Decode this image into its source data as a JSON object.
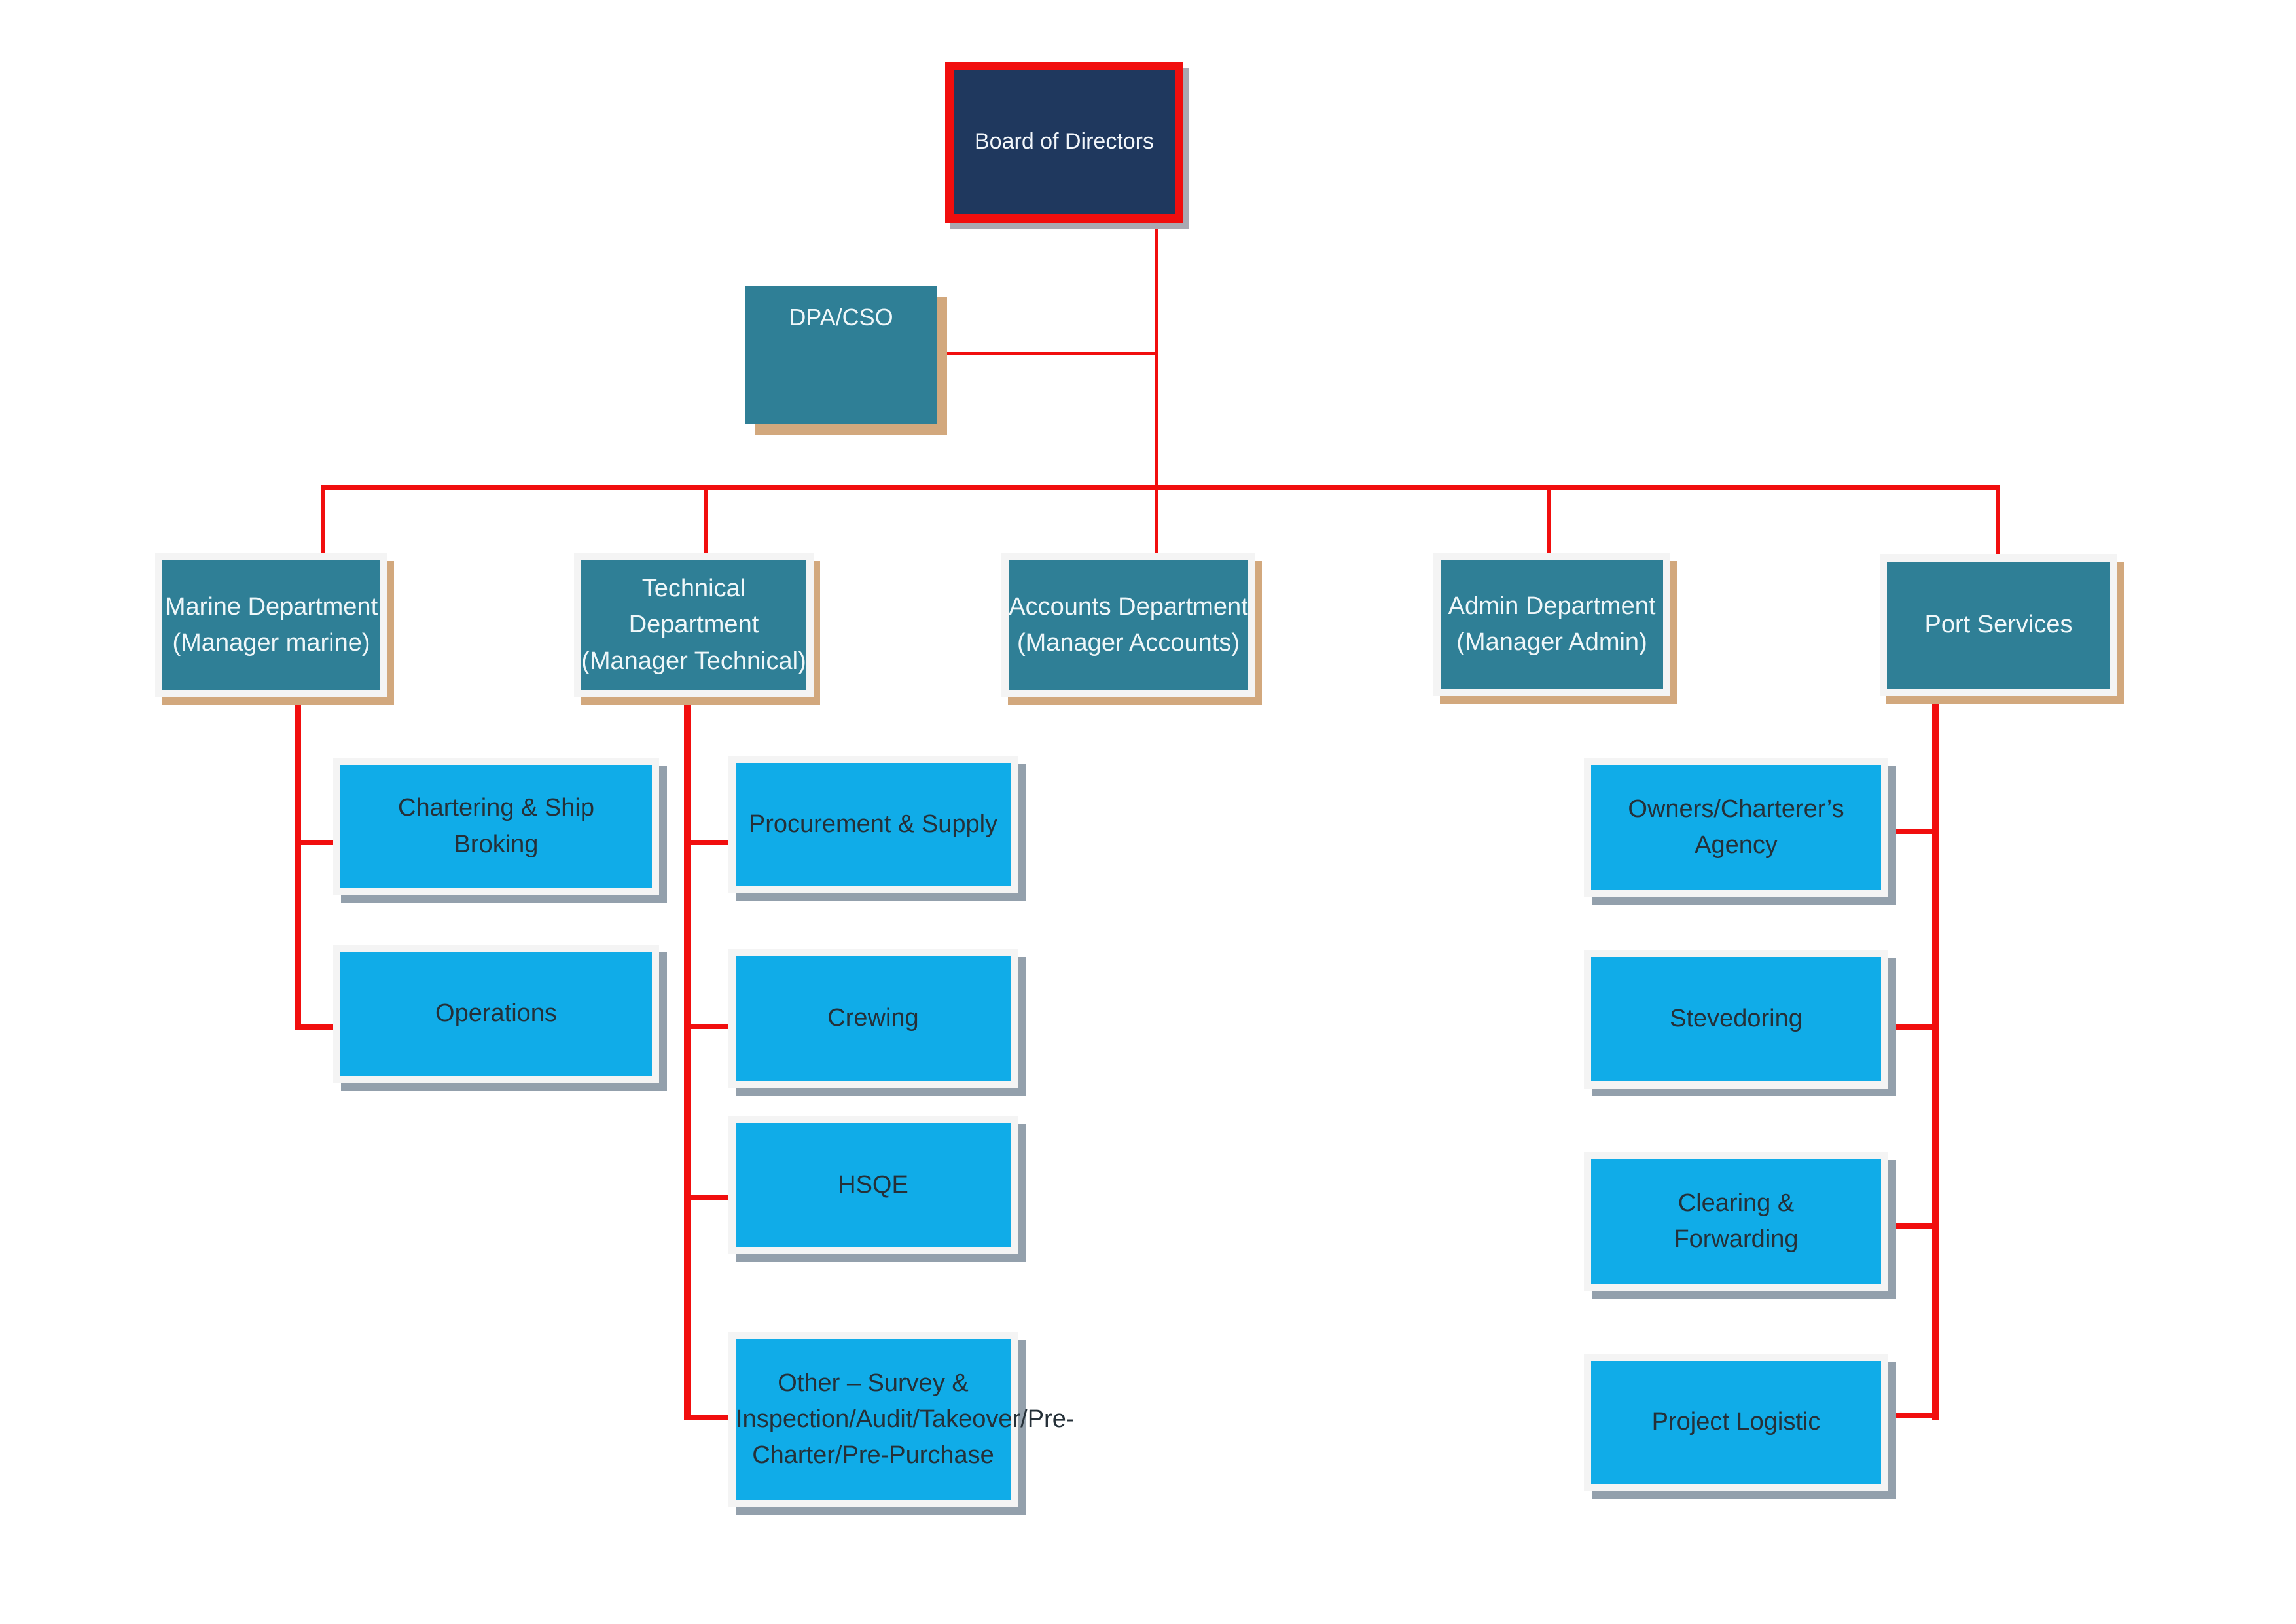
{
  "palette": {
    "connector_red": "#F10E0E",
    "board_navy": "#1F385E",
    "department_teal": "#2F7F96",
    "unit_blue": "#10ACE8",
    "tan_shadow": "#D2A87D",
    "gray_shadow": "#93A0AC",
    "frame_white": "#F4F4F4",
    "light_text": "#EFF7F9",
    "dark_text": "#253038"
  },
  "org": {
    "board": {
      "label": "Board of Directors"
    },
    "dpa": {
      "label": "DPA/CSO"
    },
    "departments": [
      {
        "line1": "Marine Department",
        "line2": "(Manager marine)"
      },
      {
        "line1": "Technical Department",
        "line2": "(Manager Technical)"
      },
      {
        "line1": "Accounts Department",
        "line2": "(Manager Accounts)"
      },
      {
        "line1": "Admin Department",
        "line2": "(Manager Admin)"
      },
      {
        "line1": "Port Services",
        "line2": ""
      }
    ],
    "marine_units": [
      {
        "label": "Chartering & Ship Broking"
      },
      {
        "label": "Operations"
      }
    ],
    "technical_units": [
      {
        "label": "Procurement & Supply"
      },
      {
        "label": "Crewing"
      },
      {
        "label": "HSQE"
      },
      {
        "label": "Other – Survey & Inspection/Audit/Takeover/Pre-Charter/Pre-Purchase"
      }
    ],
    "port_units": [
      {
        "label": "Owners/Charterer’s Agency"
      },
      {
        "label": "Stevedoring"
      },
      {
        "label": "Clearing & Forwarding"
      },
      {
        "label": "Project Logistic"
      }
    ]
  }
}
